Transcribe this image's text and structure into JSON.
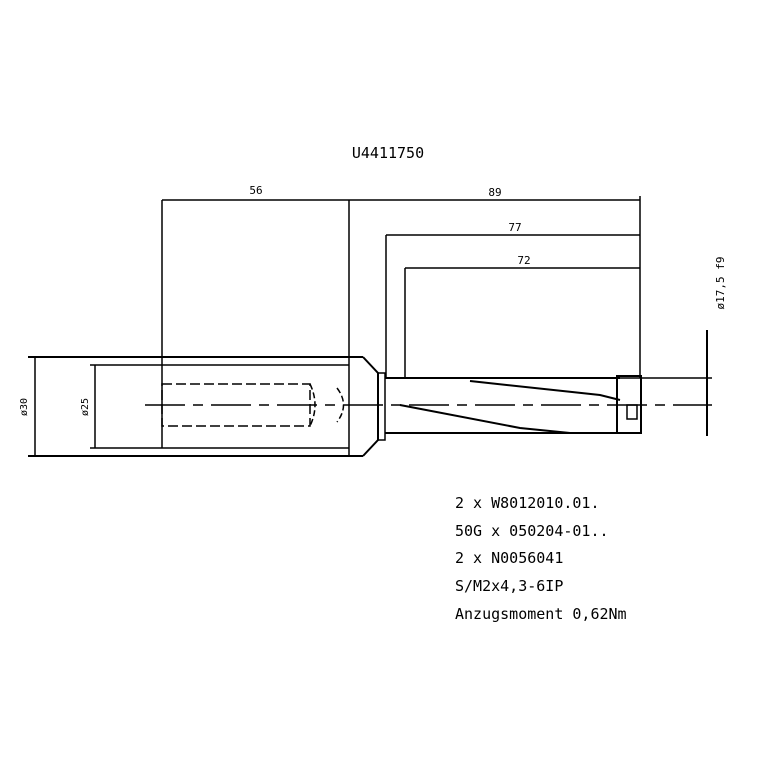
{
  "drawing": {
    "part_number": "U4411750",
    "dimensions": {
      "clamp_length": "56",
      "overall_length": "89",
      "body_length_1": "77",
      "body_length_2": "72",
      "shank_outer_diameter": "ø30",
      "shank_diameter": "ø25",
      "cutting_diameter": "ø17,5 f9"
    },
    "notes": [
      "2 x W8012010.01.",
      "50G x 050204-01..",
      "2 x N0056041",
      "S/M2x4,3-6IP",
      "Anzugsmoment 0,62Nm"
    ]
  }
}
